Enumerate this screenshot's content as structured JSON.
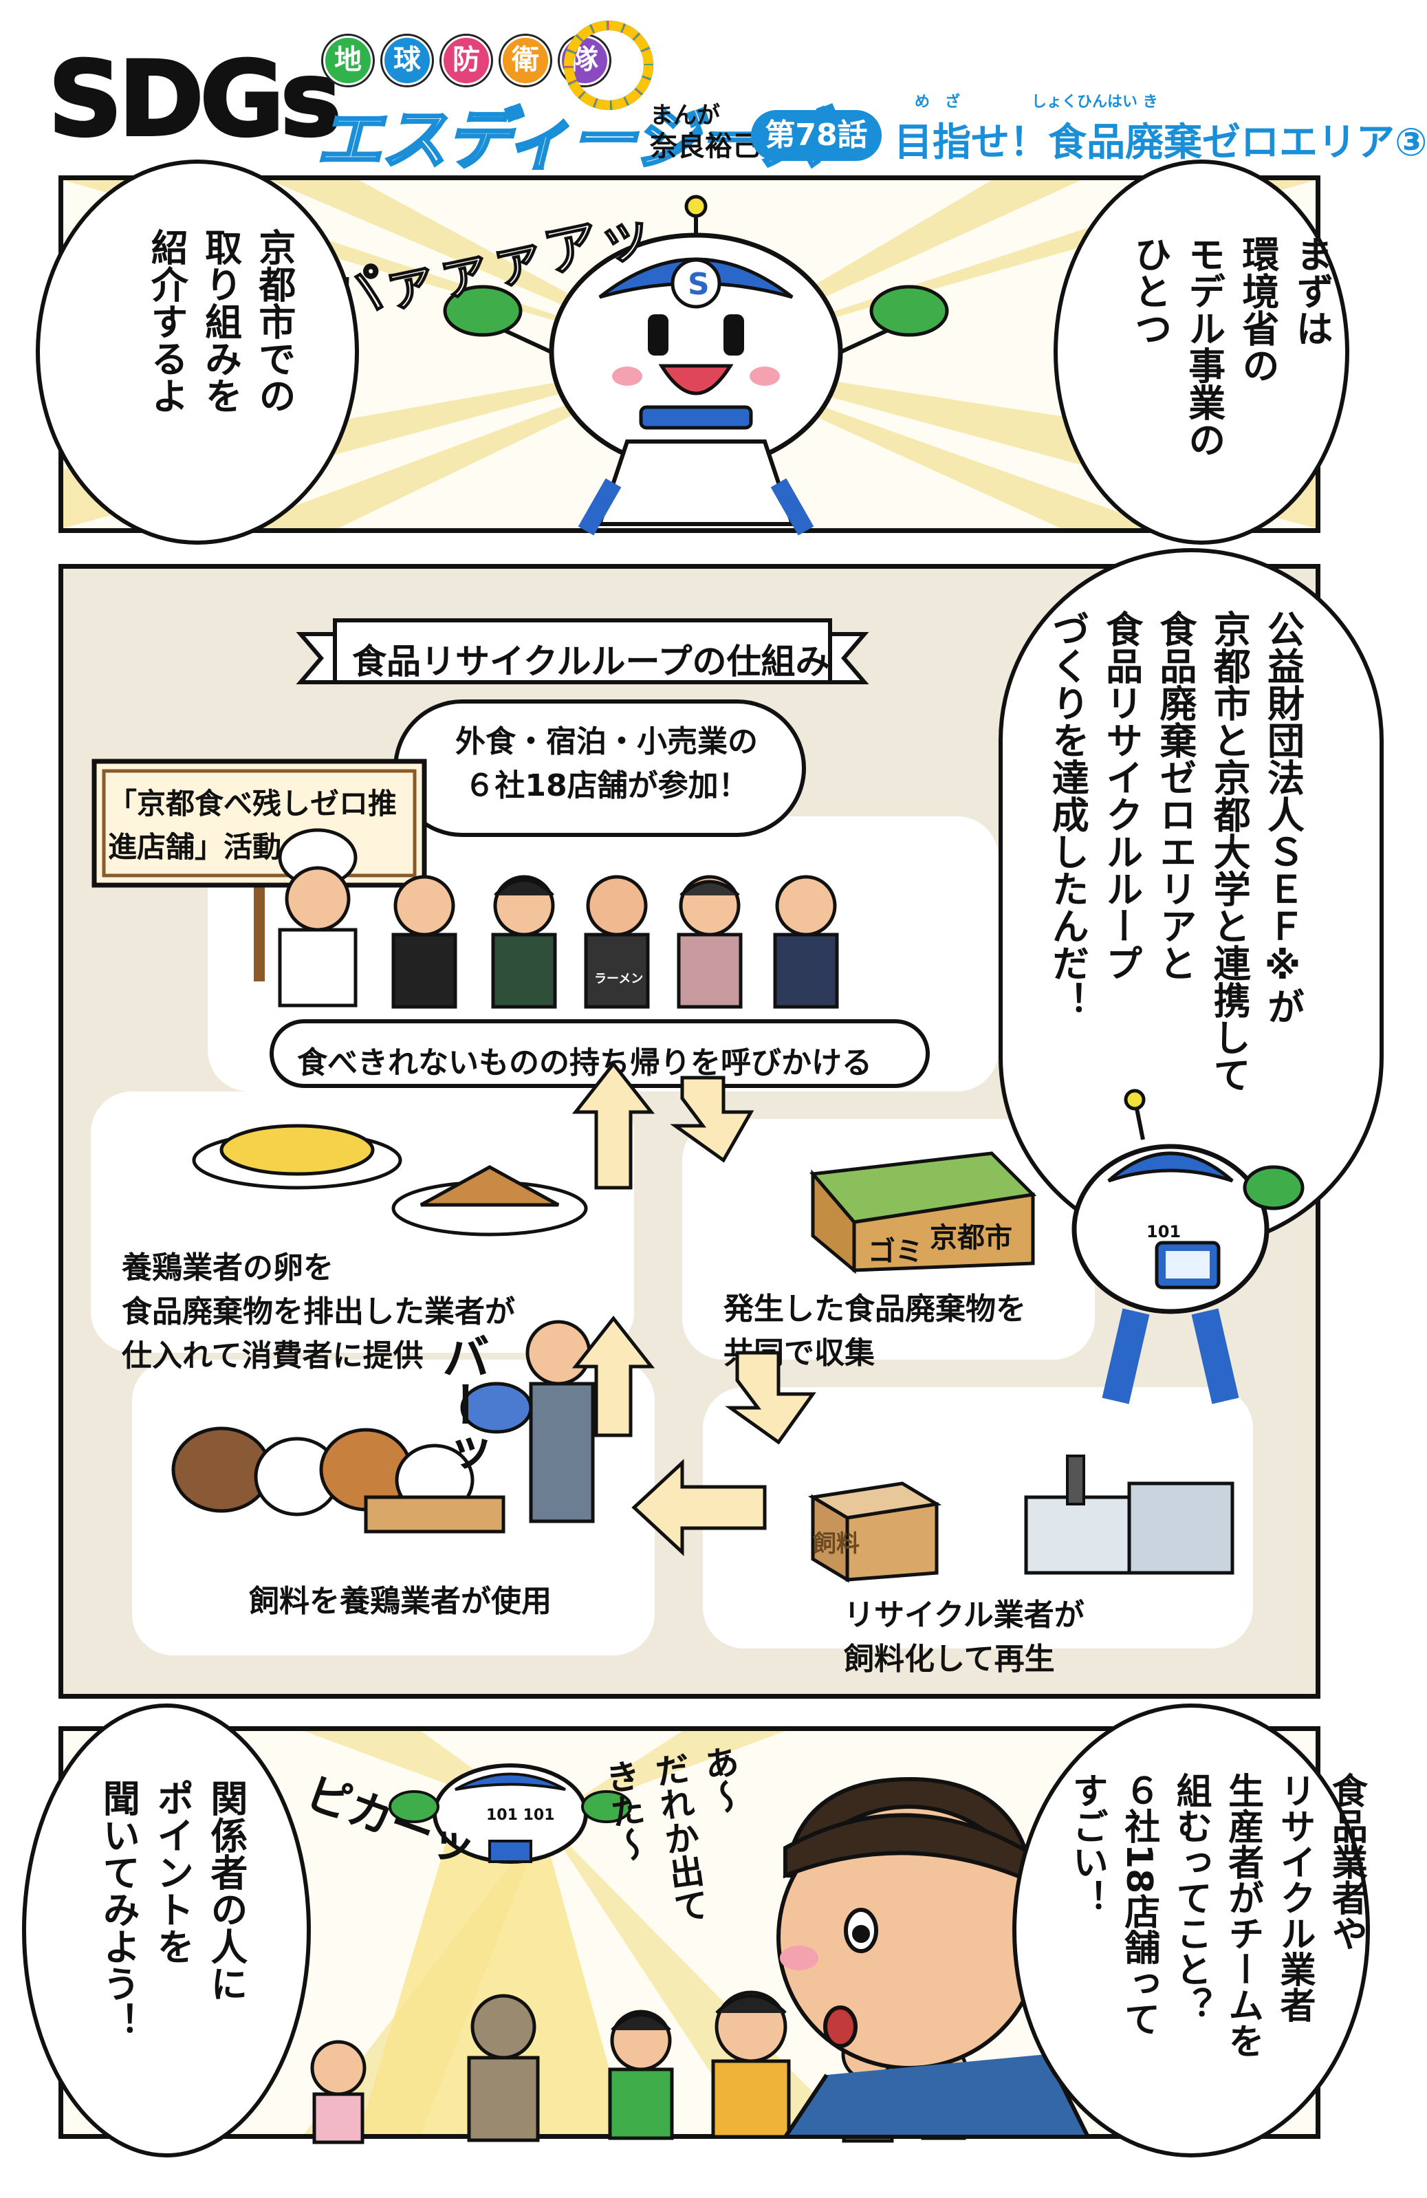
{
  "header": {
    "logo_main": "SDGs",
    "logo_sub_chars": [
      "地",
      "球",
      "防",
      "衛",
      "隊"
    ],
    "logo_sub_colors": [
      "#2fb34a",
      "#1a8fd8",
      "#e4427a",
      "#f29a1f",
      "#8a4bc1"
    ],
    "logo_title": "エスディージーズ",
    "manga_label": "まんが",
    "author": "奈良裕己",
    "episode": "第78話",
    "title": "目指せ！食品廃棄ゼロエリア③",
    "title_ruby_1": "め　ざ",
    "title_ruby_2": "しょくひんはい き"
  },
  "panel1": {
    "sfx": "パァァァアッ",
    "left_bubble": "京都市での\n取り組みを\n紹介するよ",
    "right_bubble": "まずは\n環境省の\nモデル事業の\nひとつ"
  },
  "panel2": {
    "heading": "食品リサイクルループの仕組み",
    "sign": "「京都食べ残しゼロ推進店舗」活動",
    "participants_bubble": "外食・宿泊・小売業の\n６社18店舗が参加！",
    "apron_label": "ラーメン",
    "banner": "食べきれないものの持ち帰りを呼びかける",
    "step_collect": "発生した食品廃棄物を\n共同で収集",
    "box_label_gomi": "ゴミ",
    "box_label_city": "京都市",
    "step_recycle": "リサイクル業者が\n飼料化して再生",
    "feed_box_label": "飼料",
    "step_feed": "飼料を養鶏業者が使用",
    "sfx_pour": "バーッ",
    "step_eggs": "養鶏業者の卵を\n食品廃棄物を排出した業者が\n仕入れて消費者に提供",
    "right_bubble": "公益財団法人ＳＥＦ※が\n京都市と京都大学と連携して\n食品廃棄ゼロエリアと\n食品リサイクルループ\nづくりを達成したんだ！",
    "robot_face": "101"
  },
  "panel3": {
    "left_bubble": "関係者の人に\nポイントを\n聞いてみよう！",
    "sfx_flash": "ピカーッ",
    "robot_face": "101 101",
    "crowd_bubble": "あ〜\nだれか出て\nきた〜",
    "right_bubble": "食品業者や\nリサイクル業者\n生産者がチームを\n組むってこと？\n６社18店舗って\nすごい！"
  }
}
